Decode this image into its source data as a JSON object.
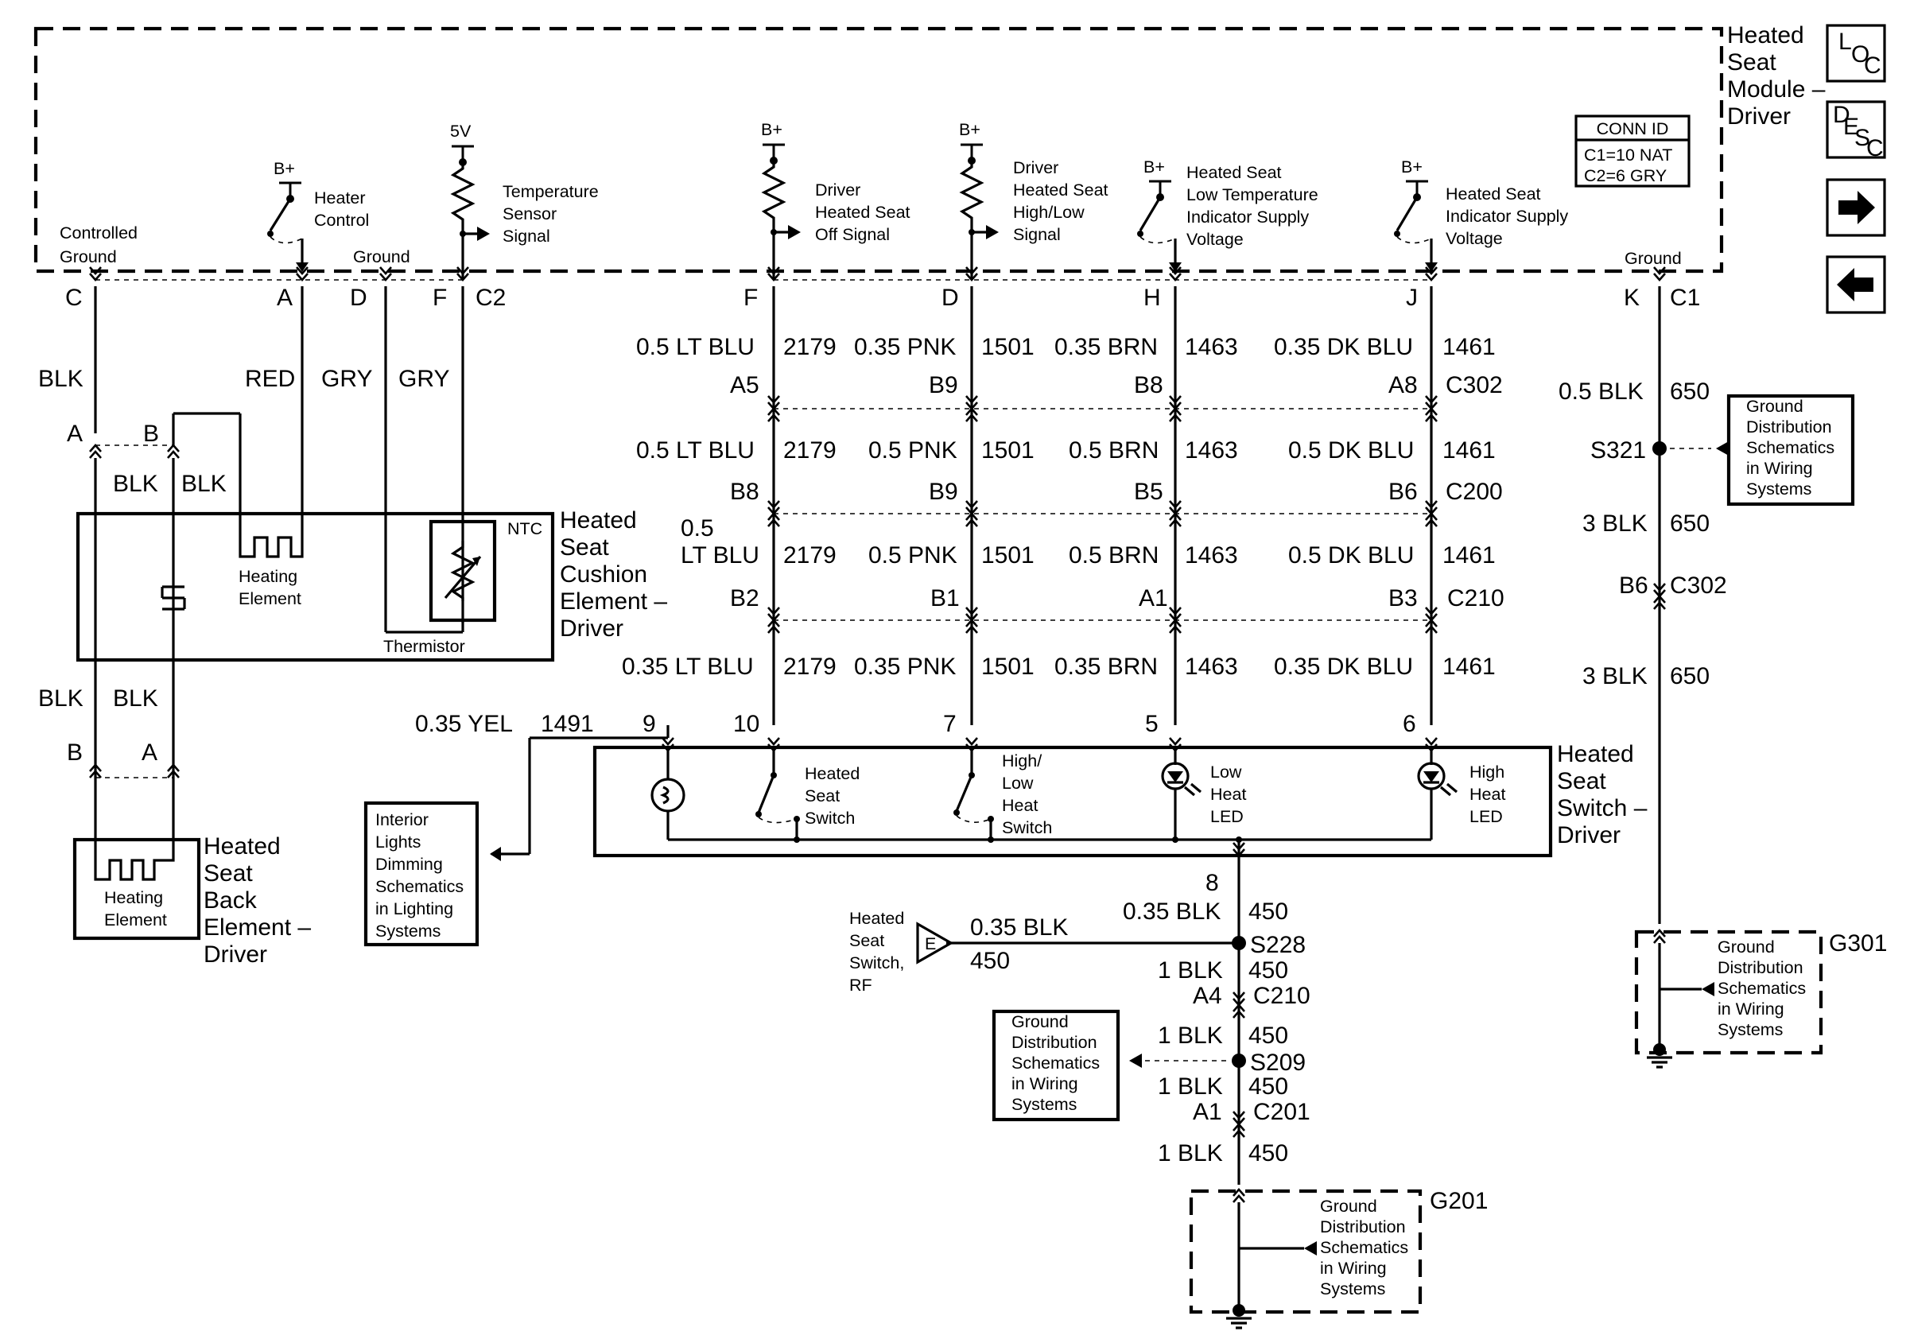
{
  "module": {
    "title": [
      "Heated",
      "Seat",
      "Module –",
      "Driver"
    ]
  },
  "conn_id": {
    "header": "CONN ID",
    "c1": "C1=10 NAT",
    "c2": "C2=6 GRY"
  },
  "nav": {
    "loc": [
      "L",
      "O",
      "C"
    ],
    "desc": [
      "D",
      "E",
      "S",
      "C"
    ],
    "forward_icon": "right-arrow-icon",
    "back_icon": "left-arrow-icon"
  },
  "circuits": {
    "controlled_ground": [
      "Controlled",
      "Ground"
    ],
    "heater_control": [
      "Heater",
      "Control"
    ],
    "ground_d": "Ground",
    "temp_sensor": [
      "Temperature",
      "Sensor",
      "Signal"
    ],
    "off_signal": [
      "Driver",
      "Heated Seat",
      "Off Signal"
    ],
    "highlow_signal": [
      "Driver",
      "Heated Seat",
      "High/Low",
      "Signal"
    ],
    "low_temp": [
      "Heated Seat",
      "Low Temperature",
      "Indicator Supply",
      "Voltage"
    ],
    "indicator": [
      "Heated Seat",
      "Indicator Supply",
      "Voltage"
    ],
    "ground_k": "Ground",
    "bplus": "B+",
    "fivev": "5V"
  },
  "pins": {
    "module": [
      "C",
      "A",
      "D",
      "F",
      "C2",
      "F",
      "D",
      "H",
      "J",
      "K",
      "C1"
    ],
    "cushion_top": [
      "A",
      "B"
    ],
    "back": [
      "B",
      "A"
    ],
    "switch": [
      "9",
      "10",
      "7",
      "5",
      "6"
    ],
    "switch_ground": "8"
  },
  "wires": {
    "blk": "BLK",
    "red": "RED",
    "gry": "GRY",
    "row1": {
      "a": "0.5 LT BLU",
      "b": "2179",
      "c": "0.35 PNK",
      "d": "1501",
      "e": "0.35 BRN",
      "f": "1463",
      "g": "0.35 DK BLU",
      "h": "1461"
    },
    "row2": {
      "a": "0.5 LT BLU",
      "b": "2179",
      "c": "0.5 PNK",
      "d": "1501",
      "e": "0.5 BRN",
      "f": "1463",
      "g": "0.5 DK BLU",
      "h": "1461"
    },
    "row3": {
      "a1": "0.5",
      "a2": "LT BLU",
      "b": "2179",
      "c": "0.5 PNK",
      "d": "1501",
      "e": "0.5 BRN",
      "f": "1463",
      "g": "0.5 DK BLU",
      "h": "1461"
    },
    "row4": {
      "a": "0.35 LT BLU",
      "b": "2179",
      "c": "0.35 PNK",
      "d": "1501",
      "e": "0.35 BRN",
      "f": "1463",
      "g": "0.35 DK BLU",
      "h": "1461"
    },
    "yel": "0.35 YEL",
    "yel_num": "1491",
    "gk1": "0.5 BLK",
    "gk2": "3 BLK",
    "gk3": "3 BLK",
    "gk_num": "650",
    "g450a": "0.35 BLK",
    "g450": "450",
    "blk1": "1 BLK",
    "rf_blk": "0.35 BLK"
  },
  "connectors": {
    "c302": {
      "name": "C302",
      "pins": [
        "A5",
        "B9",
        "B8",
        "A8"
      ]
    },
    "c200": {
      "name": "C200",
      "pins": [
        "B8",
        "B9",
        "B5",
        "B6"
      ]
    },
    "c210": {
      "name": "C210",
      "pins": [
        "B2",
        "B1",
        "A1",
        "B3"
      ]
    },
    "c302b": {
      "name": "C302",
      "pin": "B6"
    },
    "c210b": {
      "name": "C210",
      "pin": "A4"
    },
    "c201": {
      "name": "C201",
      "pin": "A1"
    }
  },
  "splices": {
    "s321": "S321",
    "s228": "S228",
    "s209": "S209"
  },
  "grounds": {
    "g301": "G301",
    "g201": "G201"
  },
  "components": {
    "cushion": [
      "Heated",
      "Seat",
      "Cushion",
      "Element –",
      "Driver"
    ],
    "back": [
      "Heated",
      "Seat",
      "Back",
      "Element –",
      "Driver"
    ],
    "switch": [
      "Heated",
      "Seat",
      "Switch –",
      "Driver"
    ],
    "heating_element": [
      "Heating",
      "Element"
    ],
    "thermistor": "Thermistor",
    "ntc": "NTC",
    "hs_switch": [
      "Heated",
      "Seat",
      "Switch"
    ],
    "hl_switch": [
      "High/",
      "Low",
      "Heat",
      "Switch"
    ],
    "low_led": [
      "Low",
      "Heat",
      "LED"
    ],
    "high_led": [
      "High",
      "Heat",
      "LED"
    ]
  },
  "refs": {
    "ground_dist": [
      "Ground",
      "Distribution",
      "Schematics",
      "in Wiring",
      "Systems"
    ],
    "interior_lights": [
      "Interior",
      "Lights",
      "Dimming",
      "Schematics",
      "in Lighting",
      "Systems"
    ],
    "rf_switch": [
      "Heated",
      "Seat",
      "Switch,",
      "RF"
    ],
    "rf_letter": "E"
  }
}
